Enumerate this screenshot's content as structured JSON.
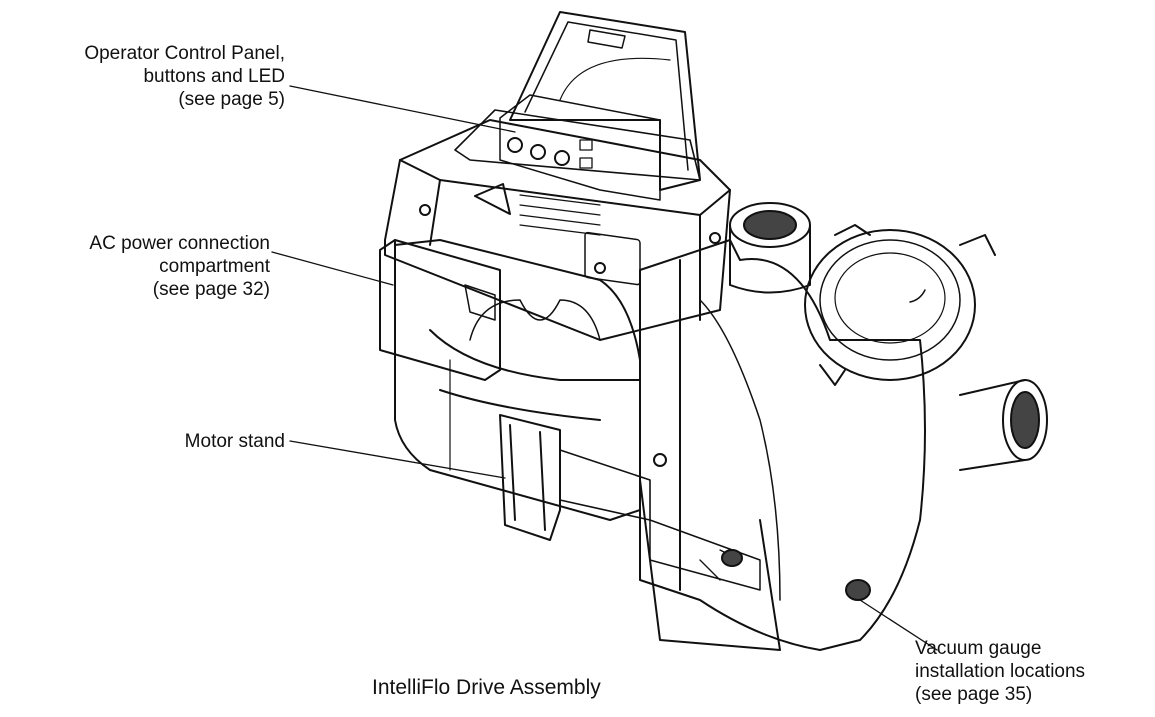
{
  "callouts": {
    "control_panel": [
      "Operator Control Panel,",
      "buttons and LED",
      "(see page 5)"
    ],
    "ac_power": [
      "AC power connection",
      "compartment",
      "(see page 32)"
    ],
    "motor_stand": [
      "Motor stand"
    ],
    "vacuum_gauge": [
      "Vacuum gauge",
      "installation locations",
      "(see page 35)"
    ]
  },
  "caption": "IntelliFlo Drive Assembly",
  "colors": {
    "line": "#111111",
    "background": "#ffffff",
    "shade": "#444444"
  }
}
